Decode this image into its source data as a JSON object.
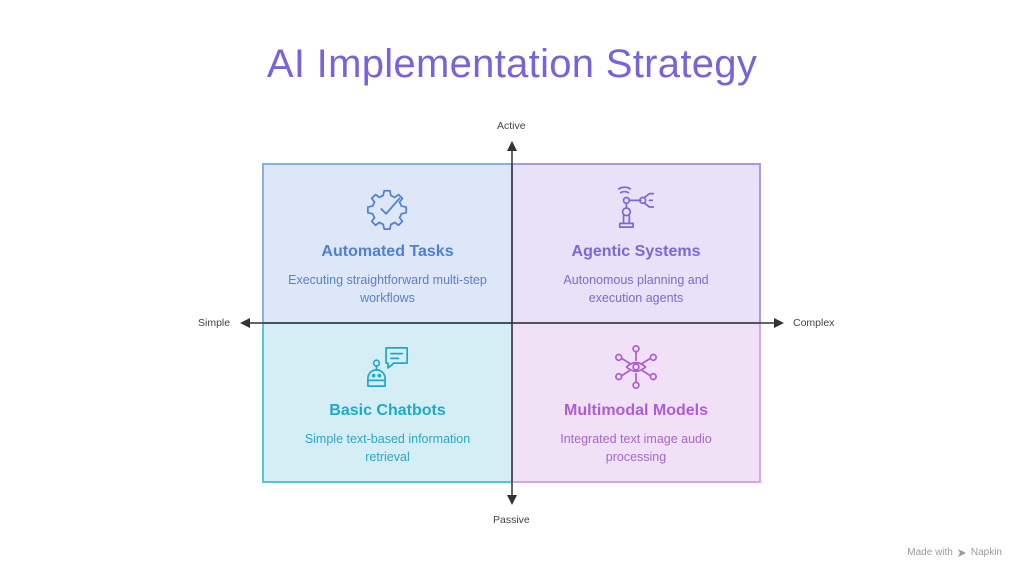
{
  "title": "AI Implementation Strategy",
  "axes": {
    "top": "Active",
    "bottom": "Passive",
    "left": "Simple",
    "right": "Complex"
  },
  "quadrants": {
    "top_left": {
      "title": "Automated Tasks",
      "description": "Executing straightforward multi-step workflows",
      "icon": "gear-check-icon",
      "color": "#4f7fd6"
    },
    "top_right": {
      "title": "Agentic Systems",
      "description": "Autonomous planning and execution agents",
      "icon": "robot-arm-icon",
      "color": "#7f66d6"
    },
    "bottom_left": {
      "title": "Basic Chatbots",
      "description": "Simple text-based information retrieval",
      "icon": "chatbot-icon",
      "color": "#1fa9c9"
    },
    "bottom_right": {
      "title": "Multimodal Models",
      "description": "Integrated text image audio processing",
      "icon": "network-eye-icon",
      "color": "#b05bd6"
    }
  },
  "footer": {
    "made_with": "Made with",
    "brand": "Napkin"
  }
}
